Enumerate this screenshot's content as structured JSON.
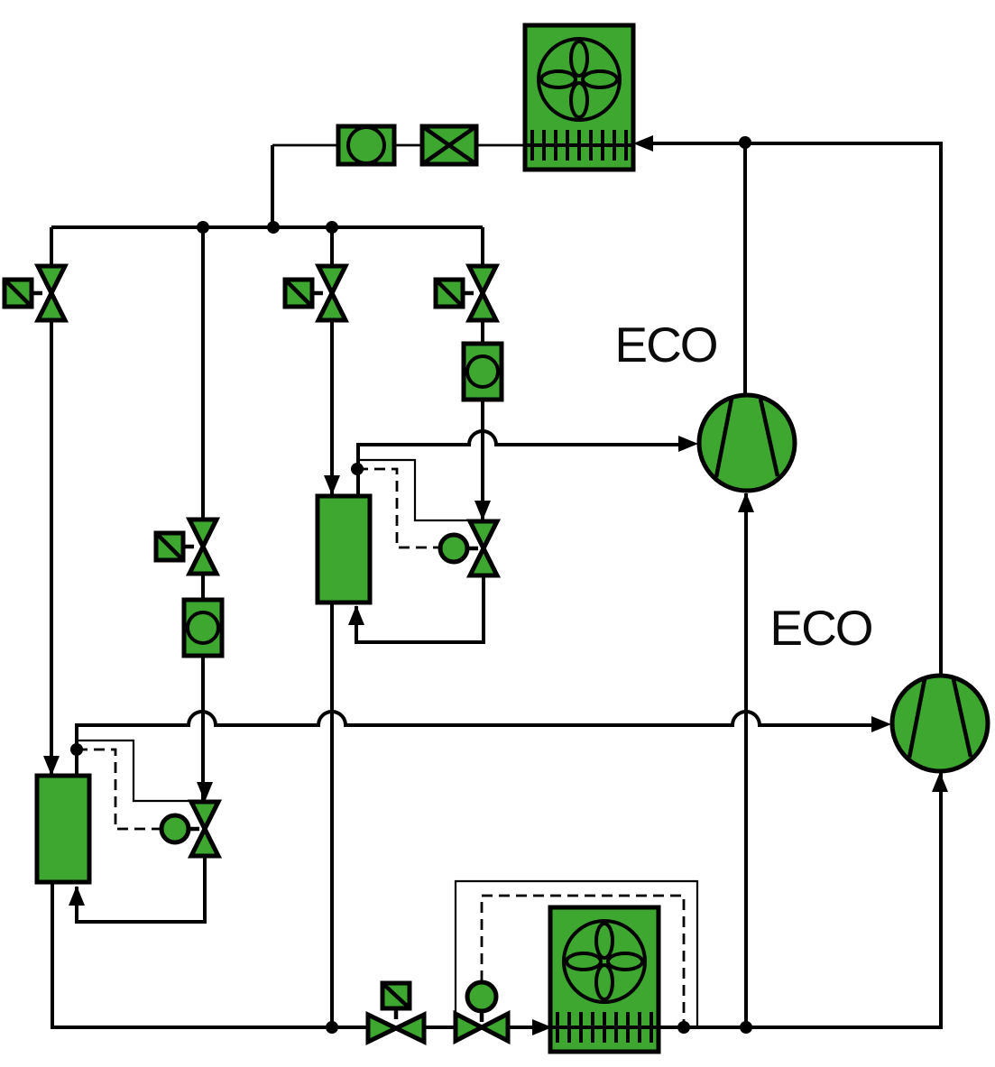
{
  "diagram": {
    "labels": {
      "eco_top_compressor": "ECO",
      "eco_right_compressor": "ECO"
    },
    "colors": {
      "component_fill": "#3EA72F",
      "line": "#000000",
      "background": "#FFFFFF"
    },
    "components": [
      "condenser-fan-coil-unit",
      "sight-glass",
      "filter-drier",
      "solenoid-valve",
      "economizer-heat-exchanger",
      "thermostatic-expansion-valve",
      "sensing-bulb",
      "eco-compressor",
      "evaporator-fan-coil-unit",
      "junction-dot",
      "flow-arrow",
      "pipe-crossover-bridge"
    ]
  }
}
